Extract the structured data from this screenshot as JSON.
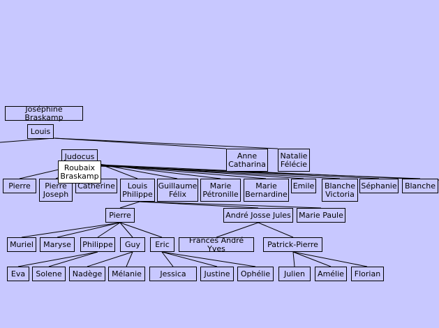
{
  "nodes": {
    "josephine": "Joséphine Braskamp",
    "louis": "Louis",
    "judocus": "Judocus",
    "anne": "Anne\nCatharina",
    "natalie": "Natalie\nFélécie",
    "pierre1": "Pierre",
    "pierre_joseph": "Pierre\nJoseph",
    "catherine": "Catherine",
    "louis_philippe": "Louis\nPhilippe",
    "guillaume": "Guillaume\nFélix",
    "marie_petronille": "Marie\nPétronille",
    "marie_bernardine": "Marie\nBernardine",
    "emile": "Emile",
    "blanche_victoria": "Blanche\nVictoria",
    "sephanie": "Séphanie",
    "blanche": "Blanche",
    "pierre2": "Pierre",
    "andre": "André Josse Jules",
    "marie_paule": "Marie Paule",
    "muriel": "Muriel",
    "maryse": "Maryse",
    "philippe": "Philippe",
    "guy": "Guy",
    "eric": "Eric",
    "frances": "Frances André Yves",
    "patrick": "Patrick-Pierre",
    "eva": "Eva",
    "solene": "Solene",
    "nadege": "Nadège",
    "melanie": "Mélanie",
    "jessica": "Jessica",
    "justine": "Justine",
    "ophelie": "Ophélie",
    "julien": "Julien",
    "amelie": "Amélie",
    "florian": "Florian"
  },
  "tooltip": "Roubaix\nBraskamp"
}
